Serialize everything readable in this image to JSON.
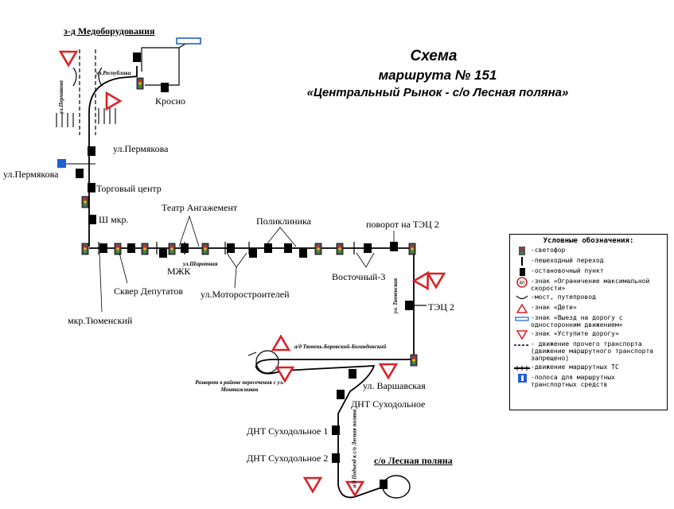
{
  "header": {
    "title": "Схема",
    "route": "маршрута № 151",
    "subtitle": "«Центральный Рынок - с/о Лесная поляна»"
  },
  "stops": {
    "zavod": "з-д Медоборудования",
    "krosno": "Кросно",
    "permyakova_right": "ул.Пермякова",
    "permyakova_left": "ул.Пермякова",
    "torgovy": "Торговый центр",
    "three_mkr": "Ш мкр.",
    "teatr": "Театр Ангажемент",
    "poliklinika": "Поликлиника",
    "povorot_tec": "поворот на ТЭЦ 2",
    "mzhk": "МЖК",
    "skver": "Сквер Депутатов",
    "motorostroiteley": "ул.Моторостроителей",
    "vostochny": "Восточный-3",
    "mkr_tyumensky": "мкр.Тюменский",
    "tec2": "ТЭЦ 2",
    "varshavskaya": "ул. Варшавская",
    "dnt_sukhodolnoe": "ДНТ Суходольное",
    "dnt_sukhodolnoe_1": "ДНТ Суходольное 1",
    "dnt_sukhodolnoe_2": "ДНТ Суходольное 2",
    "lesnaya": "с/о Лесная поляна"
  },
  "streets": {
    "respubliki": "ул.Республики",
    "permyakova_v": "ул.Пермякова",
    "shirotnaya": "ул.Широтная",
    "tyumenskaya": "ул. Тюменская",
    "trakt": "а/д Тюмень-Боровский-Богандинский",
    "razvorot": "Разворот в районе пересечения с ул. Монтажников",
    "podezd": "а/д Подъезд к с/о Лесная поляна"
  },
  "legend": {
    "title": "Условные обозначения:",
    "items": [
      {
        "icon": "traffic-light",
        "text": "-светофор"
      },
      {
        "icon": "crosswalk",
        "text": "-пешеходный переход"
      },
      {
        "icon": "bus-stop",
        "text": "-остановочный пункт"
      },
      {
        "icon": "speed-limit-sign",
        "text": "-знак «Ограничение максимальной скорости»"
      },
      {
        "icon": "bridge",
        "text": "-мост, путепровод"
      },
      {
        "icon": "children-sign",
        "text": "-знак «Дети»"
      },
      {
        "icon": "one-way-exit-sign",
        "text": "-знак «Выезд на дорогу с односторонним движением»"
      },
      {
        "icon": "yield-sign",
        "text": "-знак «Уступите дорогу»"
      },
      {
        "icon": "other-traffic",
        "text": "- движение прочего транспорта (движение маршрутного транспорта запрещено)"
      },
      {
        "icon": "route-traffic",
        "text": "-движение маршрутных ТС"
      },
      {
        "icon": "bus-lane-sign",
        "text": "-полоса для маршрутных транспортных средств"
      }
    ],
    "speed_value": "40"
  },
  "colors": {
    "sign_red": "#d8232a",
    "lane_blue": "#1f5fd1",
    "route": "#000000"
  }
}
